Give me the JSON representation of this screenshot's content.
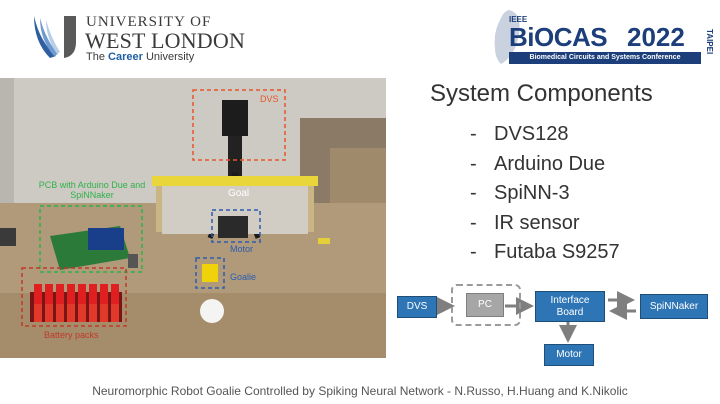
{
  "logo_left": {
    "line1": "UNIVERSITY OF",
    "line2": "WEST LONDON",
    "tagline_prefix": "The",
    "tagline_bold": "Career",
    "tagline_suffix": "University"
  },
  "logo_right": {
    "ieee": "IEEE",
    "name": "BiOCAS",
    "year": "2022",
    "city": "TAIPEI",
    "band": "Biomedical Circuits and Systems Conference"
  },
  "photo_labels": {
    "dvs": "DVS",
    "pcb": "PCB with Arduino Due and SpiNNaker",
    "goal": "Goal",
    "motor": "Motor",
    "goalie": "Goalie",
    "battery": "Battery packs"
  },
  "section_title": "System Components",
  "components": [
    {
      "dash": "-",
      "name": "DVS128"
    },
    {
      "dash": "-",
      "name": "Arduino Due"
    },
    {
      "dash": "-",
      "name": "SpiNN-3"
    },
    {
      "dash": "-",
      "name": "IR sensor"
    },
    {
      "dash": "-",
      "name": "Futaba S9257"
    }
  ],
  "diagram": {
    "dvs": "DVS",
    "pc": "PC",
    "interface_board": "Interface Board",
    "spinnaker": "SpiNNaker",
    "motor": "Motor"
  },
  "footer": "Neuromorphic Robot Goalie Controlled by Spiking Neural Network - N.Russo, H.Huang and K.Nikolic",
  "colors": {
    "brand_navy": "#1c3e7a",
    "diagram_blue": "#2e75b6",
    "label_orange": "#e8552b",
    "label_green": "#2fb24a",
    "label_blue": "#2a5db0",
    "label_red": "#c0392b"
  }
}
